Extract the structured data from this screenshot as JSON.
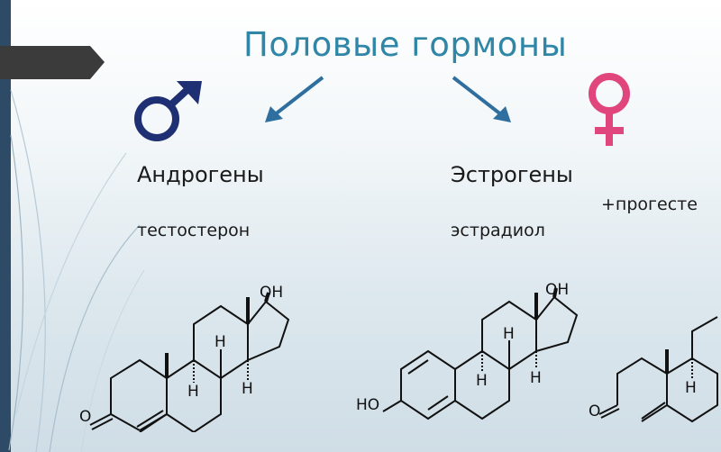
{
  "slide": {
    "title": "Половые гормоны",
    "left": {
      "symbol": "male-symbol",
      "group": "Андрогены",
      "hormone": "тестостерон"
    },
    "right": {
      "symbol": "female-symbol",
      "group": "Эстрогены",
      "hormone": "эстрадиол",
      "extra": "+прогесте"
    },
    "atoms": {
      "oh": "OH",
      "h": "H",
      "o": "O",
      "ho": "HO"
    }
  },
  "colors": {
    "title": "#2f86a6",
    "male": "#1f2f73",
    "female": "#e0457b",
    "arrow": "#2f6f9f",
    "sidebar": "#2d4b66"
  }
}
